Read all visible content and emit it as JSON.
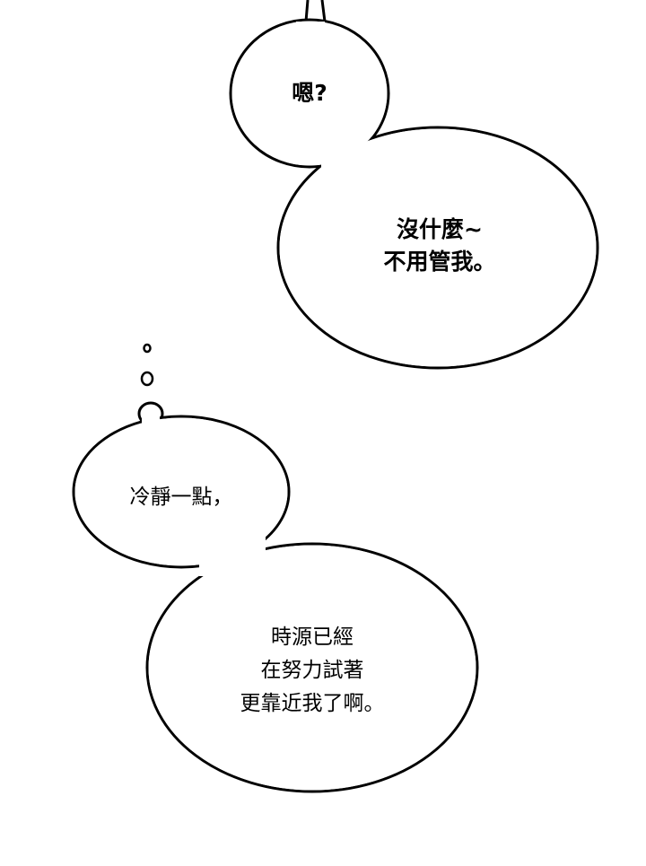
{
  "bubbles": {
    "speech_top": {
      "text": "嗯?"
    },
    "speech_bottom": {
      "lines": [
        "沒什麼~",
        "不用管我。"
      ]
    },
    "thought_top": {
      "text": "冷靜一點，"
    },
    "thought_bottom": {
      "lines": [
        "時源已經",
        "在努力試著",
        "更靠近我了啊。"
      ]
    }
  },
  "colors": {
    "ink": "#000000",
    "paper": "#ffffff"
  }
}
